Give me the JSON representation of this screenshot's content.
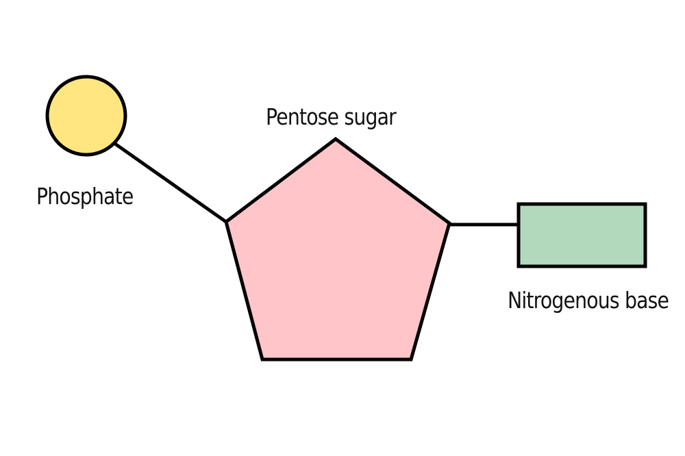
{
  "labels": {
    "phosphate": "Phosphate",
    "pentose_sugar": "Pentose sugar",
    "nitrogenous_base": "Nitrogenous base"
  },
  "colors": {
    "phosphate_fill": "#ffe680",
    "sugar_fill": "#ffc5c8",
    "base_fill": "#b2d9bb",
    "stroke": "#000000"
  }
}
